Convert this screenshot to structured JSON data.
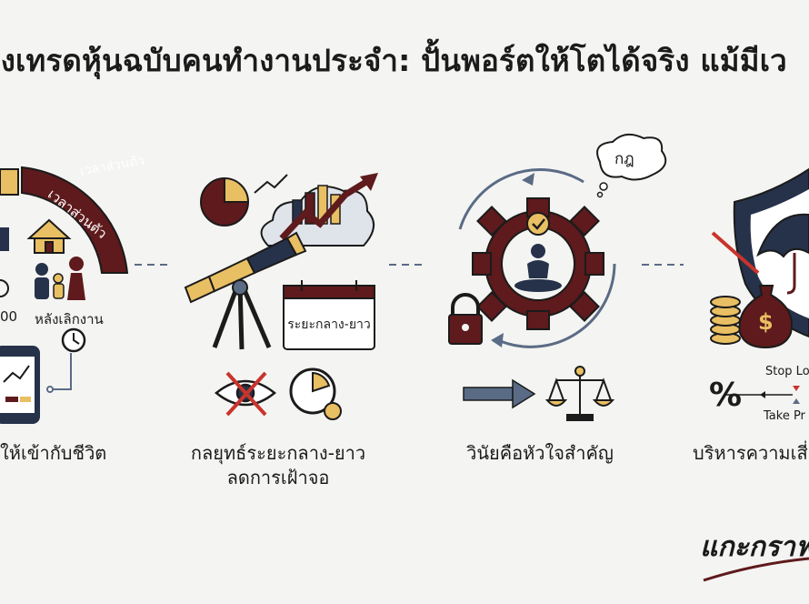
{
  "title": "างเทรดหุ้นฉบับคนทำงานประจำ: ปั้นพอร์ตให้โตได้จริง แม้มีเว",
  "steps": [
    {
      "caption": "ให้เข้ากับชีวิต",
      "labels": [
        "เวลาส่วนตัว",
        "เวลาส่วนตัว",
        "หลังเลิกงาน",
        "00"
      ]
    },
    {
      "caption_lines": [
        "กลยุทธ์ระยะกลาง-ยาว",
        "ลดการเฝ้าจอ"
      ],
      "calendar_label": "ระยะกลาง-ยาว"
    },
    {
      "caption": "วินัยคือหัวใจสำคัญ",
      "bubble_text": "กฎ"
    },
    {
      "caption": "บริหารความเสี่",
      "labels": [
        "Stop Lo",
        "Take Pr",
        "%",
        "$"
      ]
    }
  ],
  "logo_text": "แกะกราฟ",
  "colors": {
    "maroon": "#5e1a1c",
    "navy": "#26324a",
    "gold": "#e9bf63",
    "red": "#c8342c",
    "steel": "#5a6b85"
  }
}
